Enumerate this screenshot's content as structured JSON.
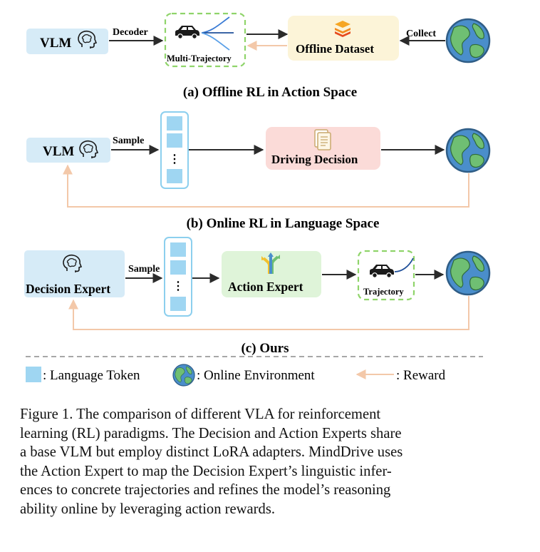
{
  "colors": {
    "box_blue": "#d6ebf7",
    "box_yellow": "#fcf4d8",
    "box_pink": "#fbdbd8",
    "box_green": "#dff4d9",
    "dashed_green": "#8fd46a",
    "token_blue": "#9fd6f2",
    "reward_arrow": "#f3c8a9",
    "dark_arrow": "#2b2b2b",
    "earth_ocean": "#4a8ecb",
    "earth_land": "#6fbf73"
  },
  "icons": [
    "brain-head-icon",
    "car-icon",
    "layered-stack-icon",
    "earth-globe-icon",
    "document-icon",
    "branching-arrows-icon",
    "language-token-square"
  ],
  "panel_a": {
    "vlm_label": "VLM",
    "decoder_label": "Decoder",
    "multi_trajectory_label": "Multi-Trajectory",
    "dataset_label": "Offline Dataset",
    "collect_label": "Collect",
    "title": "(a) Offline RL in Action Space"
  },
  "panel_b": {
    "vlm_label": "VLM",
    "sample_label": "Sample",
    "decision_label": "Driving Decision",
    "title": "(b) Online RL in Language Space"
  },
  "panel_c": {
    "decision_expert_label": "Decision Expert",
    "sample_label": "Sample",
    "action_expert_label": "Action Expert",
    "trajectory_label": "Trajectory",
    "title": "(c) Ours"
  },
  "legend": {
    "token_label": ": Language Token",
    "environment_label": ": Online Environment",
    "reward_label": ": Reward"
  },
  "caption": {
    "lines": [
      "Figure 1.  The comparison of different VLA for reinforcement",
      "learning (RL) paradigms. The Decision and Action Experts share",
      "a base VLM but employ distinct LoRA adapters. MindDrive uses",
      "the Action Expert to map the Decision Expert’s linguistic infer-",
      "ences to concrete trajectories and refines the model’s reasoning",
      "ability online by leveraging action rewards."
    ]
  }
}
